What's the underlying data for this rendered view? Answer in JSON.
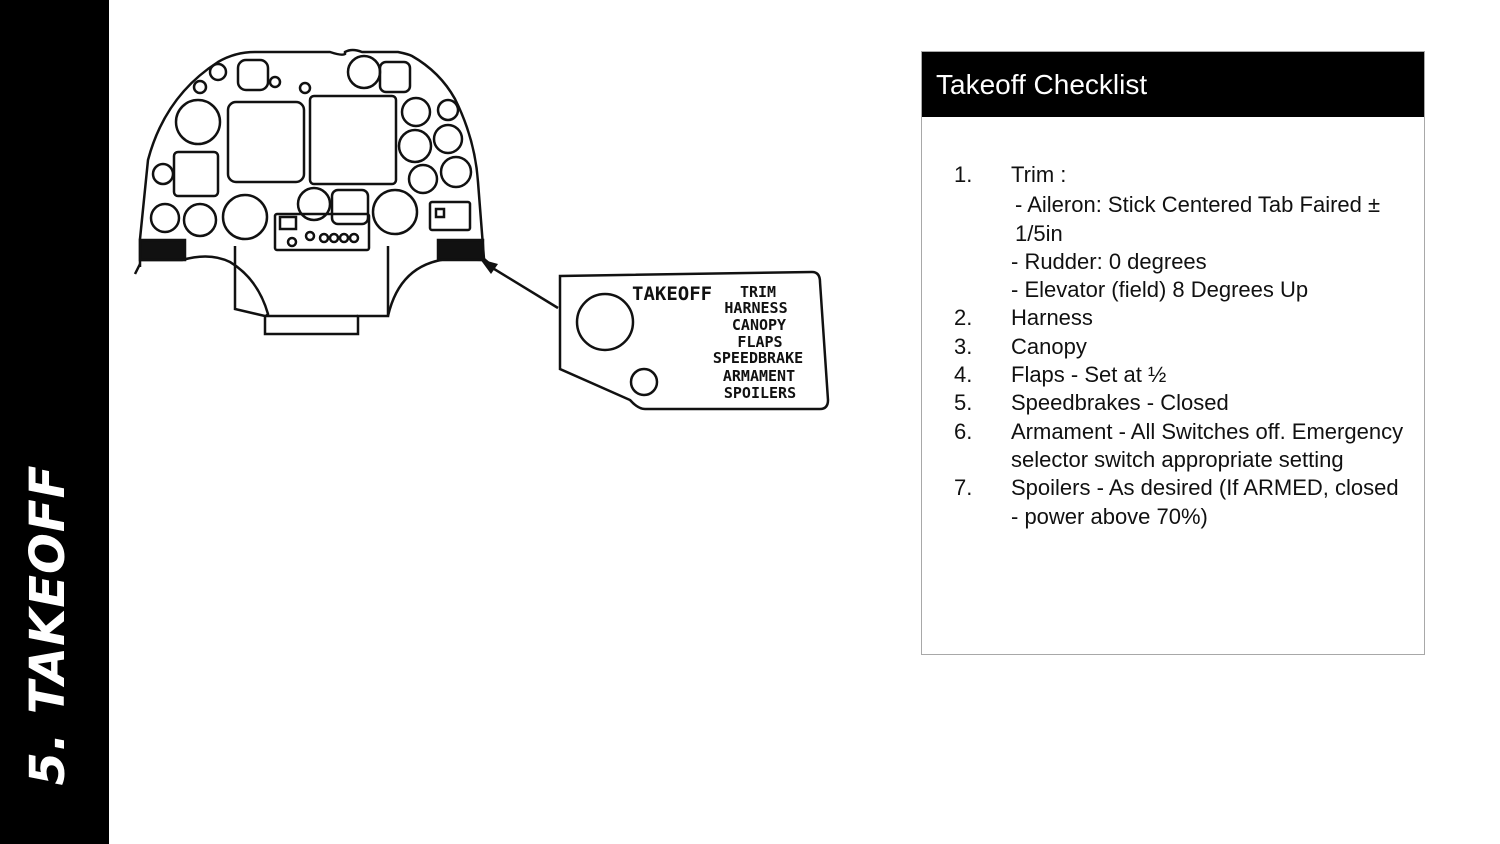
{
  "section": {
    "title": "5. TAKEOFF"
  },
  "placard": {
    "heading": "TAKEOFF",
    "items": [
      "TRIM",
      "HARNESS",
      "CANOPY",
      "FLAPS",
      "SPEEDBRAKE",
      "ARMAMENT",
      "SPOILERS"
    ]
  },
  "checklist": {
    "title": "Takeoff Checklist",
    "items": [
      {
        "num": "1.",
        "text": "Trim :",
        "subs": [
          "- Aileron: Stick Centered Tab Faired  ± 1/5in",
          "-  Rudder: 0 degrees",
          "-  Elevator (field) 8 Degrees Up"
        ]
      },
      {
        "num": "2.",
        "text": "Harness"
      },
      {
        "num": "3.",
        "text": "Canopy"
      },
      {
        "num": "4.",
        "text": "Flaps - Set at ½"
      },
      {
        "num": "5.",
        "text": "Speedbrakes - Closed"
      },
      {
        "num": "6.",
        "text": "Armament - All Switches off. Emergency selector switch appropriate setting"
      },
      {
        "num": "7.",
        "text": "Spoilers - As desired (If ARMED, closed - power above 70%)"
      }
    ]
  }
}
